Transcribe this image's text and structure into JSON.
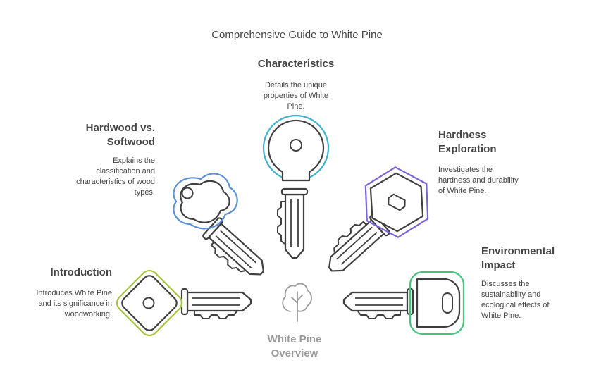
{
  "title": "Comprehensive Guide to White Pine",
  "hub": {
    "label_line1": "White Pine",
    "label_line2": "Overview",
    "icon": "tree-icon"
  },
  "sections": {
    "introduction": {
      "title": "Introduction",
      "desc_lines": [
        "Introduces White Pine",
        "and its significance in",
        "woodworking."
      ],
      "color": "#a5c440"
    },
    "hardwood": {
      "title_lines": [
        "Hardwood vs.",
        "Softwood"
      ],
      "desc_lines": [
        "Explains the",
        "classification and",
        "characteristics of wood",
        "types."
      ],
      "color": "#5b8fd6"
    },
    "characteristics": {
      "title": "Characteristics",
      "desc_lines": [
        "Details the unique",
        "properties of White",
        "Pine."
      ],
      "color": "#3eb0d0"
    },
    "hardness": {
      "title_lines": [
        "Hardness",
        "Exploration"
      ],
      "desc_lines": [
        "Investigates the",
        "hardness and durability",
        "of White Pine."
      ],
      "color": "#7a63d8"
    },
    "environmental": {
      "title_lines": [
        "Environmental",
        "Impact"
      ],
      "desc_lines": [
        "Discusses the",
        "sustainability and",
        "ecological effects of",
        "White Pine."
      ],
      "color": "#46c27a"
    }
  }
}
